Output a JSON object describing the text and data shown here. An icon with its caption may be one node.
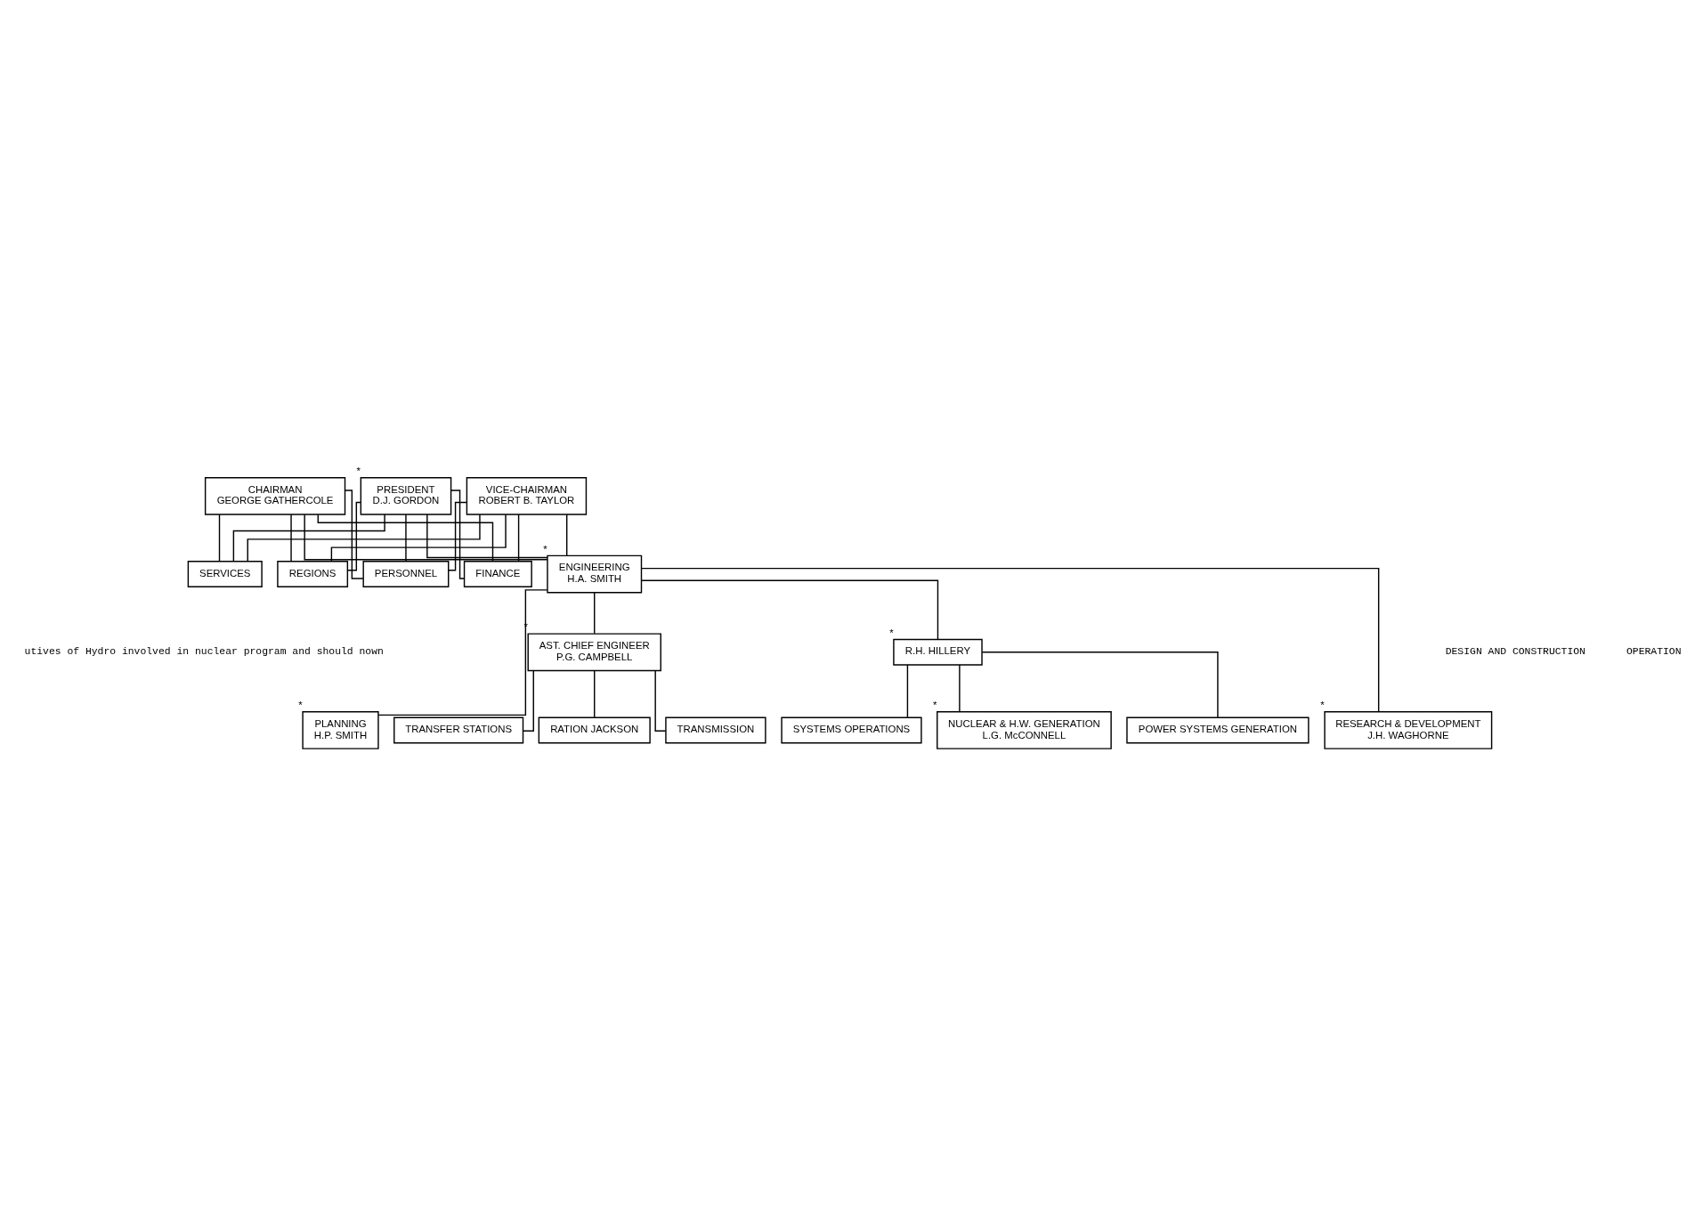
{
  "diagram": {
    "nodes": [
      {
        "text": [
          "CHAIRMAN",
          "GEORGE GATHERCOLE"
        ]
      },
      {
        "text": [
          "PRESIDENT",
          "D.J. GORDON"
        ],
        "beside": [
          "*"
        ]
      },
      {
        "text": [
          "VICE-CHAIRMAN",
          "ROBERT B. TAYLOR"
        ]
      },
      {
        "text": [
          "REGIONS"
        ]
      },
      {
        "text": [
          "SERVICES"
        ]
      },
      {
        "text": [
          "ENGINEERING",
          "H.A. SMITH"
        ],
        "beside": [
          "*"
        ]
      },
      {
        "text": [
          "PERSONNEL"
        ]
      },
      {
        "text": [
          "FINANCE"
        ]
      },
      {
        "text": [
          "AST. CHIEF ENGINEER",
          "P.G. CAMPBELL"
        ],
        "beside": [
          "*"
        ]
      },
      {
        "text": [
          "R.H. HILLERY"
        ],
        "beside": [
          "*"
        ]
      },
      {
        "text": [
          "RATION JACKSON"
        ]
      },
      {
        "text": [
          "TRANSMISSION"
        ]
      },
      {
        "text": [
          "TRANSFER STATIONS"
        ]
      },
      {
        "text": [
          "RESEARCH & DEVELOPMENT",
          "J.H. WAGHORNE"
        ],
        "beside": [
          "*"
        ]
      },
      {
        "text": [
          "PLANNING",
          "H.P. SMITH"
        ],
        "beside": [
          "*"
        ]
      },
      {
        "text": [
          "NUCLEAR & H.W. GENERATION",
          "L.G. McCONNELL"
        ],
        "beside": [
          "*"
        ]
      },
      {
        "text": [
          "POWER SYSTEMS GENERATION"
        ]
      },
      {
        "text": [
          "SYSTEMS OPERATIONS"
        ]
      }
    ],
    "edges": [
      {
        "from": 0,
        "to": 3,
        "arrow": "none"
      },
      {
        "from": 0,
        "to": 4,
        "arrow": "none"
      },
      {
        "from": 0,
        "to": 5,
        "arrow": "none"
      },
      {
        "from": 0,
        "to": 6,
        "arrow": "none"
      },
      {
        "from": 0,
        "to": 7,
        "arrow": "none"
      },
      {
        "from": 1,
        "to": 3,
        "arrow": "none"
      },
      {
        "from": 1,
        "to": 4,
        "arrow": "none"
      },
      {
        "from": 1,
        "to": 5,
        "arrow": "none"
      },
      {
        "from": 1,
        "to": 6,
        "arrow": "none"
      },
      {
        "from": 1,
        "to": 7,
        "arrow": "none"
      },
      {
        "from": 2,
        "to": 3,
        "arrow": "none"
      },
      {
        "from": 2,
        "to": 4,
        "arrow": "none"
      },
      {
        "from": 2,
        "to": 5,
        "arrow": "none"
      },
      {
        "from": 2,
        "to": 6,
        "arrow": "none"
      },
      {
        "from": 2,
        "to": 7,
        "arrow": "none"
      },
      {
        "from": 5,
        "to": 8,
        "arrow": "none"
      },
      {
        "from": 5,
        "to": 13,
        "arrow": "none"
      },
      {
        "from": 5,
        "to": 14,
        "arrow": "none"
      },
      {
        "from": 5,
        "to": 9,
        "arrow": "none"
      },
      {
        "from": 8,
        "to": 10,
        "arrow": "none"
      },
      {
        "from": 8,
        "to": 11,
        "arrow": "none"
      },
      {
        "from": 8,
        "to": 12,
        "arrow": "none"
      },
      {
        "from": 9,
        "to": 15,
        "arrow": "none"
      },
      {
        "from": 9,
        "to": 16,
        "arrow": "none"
      },
      {
        "from": 9,
        "to": 17,
        "arrow": "none"
      }
    ],
    "labels": [
      "utives of Hydro involved in nuclear program and should nown",
      "DESIGN AND CONSTRUCTION",
      "OPERATION"
    ]
  }
}
